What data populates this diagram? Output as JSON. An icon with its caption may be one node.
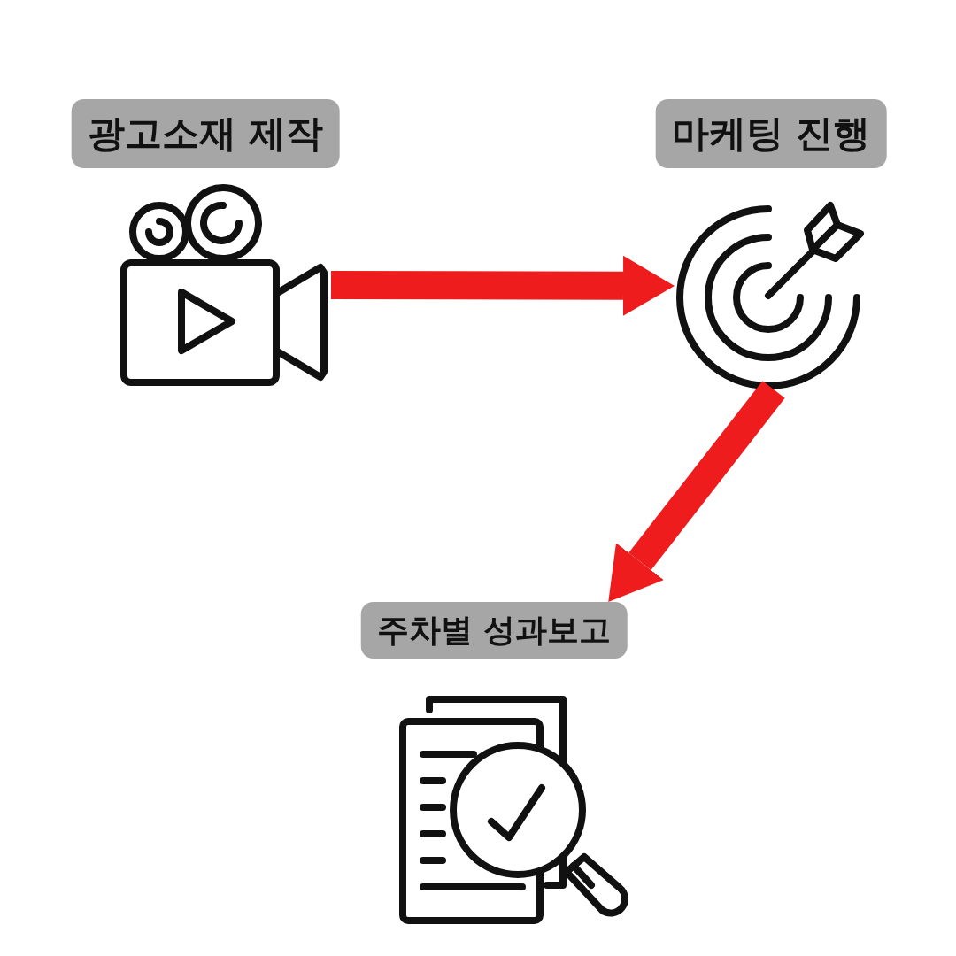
{
  "diagram": {
    "nodes": [
      {
        "text": [
          "광고소재 제작"
        ]
      },
      {
        "text": [
          "마케팅 진행"
        ]
      },
      {
        "text": [],
        "shape": "picture"
      },
      {
        "text": [],
        "shape": "picture"
      },
      {
        "text": [
          "주차별 성과보고"
        ]
      },
      {
        "text": [],
        "shape": "picture"
      }
    ],
    "edges": [
      {
        "from": 2,
        "to": 3,
        "arrow": "to"
      },
      {
        "from": 3,
        "to": 4,
        "arrow": "to"
      }
    ]
  }
}
